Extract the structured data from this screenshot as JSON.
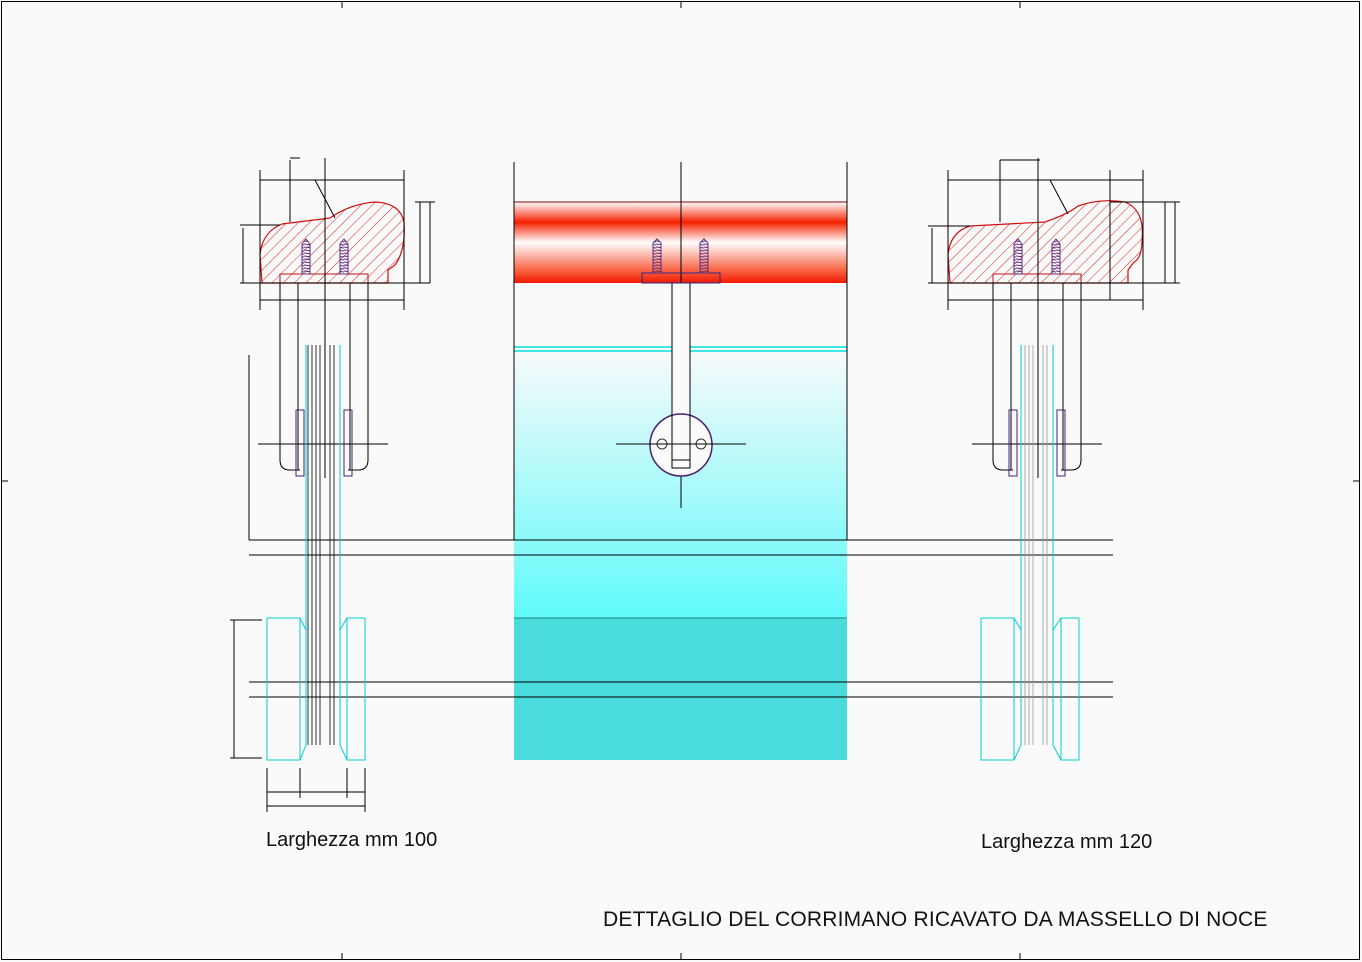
{
  "drawing": {
    "title": "DETTAGLIO DEL CORRIMANO RICAVATO DA MASSELLO DI NOCE",
    "left_section_label": "Larghezza mm 100",
    "right_section_label": "Larghezza mm 120"
  },
  "colors": {
    "wood_section": "#e01010",
    "glass": "#40e0e0",
    "screw": "#5a2d82",
    "line": "#000000"
  }
}
